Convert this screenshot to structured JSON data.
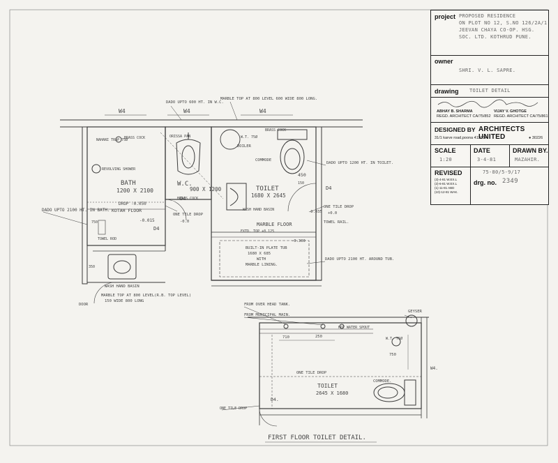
{
  "title_block": {
    "project_label": "project",
    "project_lines": [
      "PROPOSED RESIDENCE",
      "ON PLOT NO 12, S.NO 126/2A/1",
      "JEEVAN CHAYA CO-OP. HSG.",
      "SOC. LTD. KOTHRUD PUNE."
    ],
    "owner_label": "owner",
    "owner_value": "SHRI. V. L. SAPRE.",
    "drawing_label": "drawing",
    "drawing_value": "TOILET DETAIL",
    "architect1_name": "ABHAY B. SHARMA",
    "architect1_reg": "REGD. ARCHITECT CA/75/852",
    "architect2_name": "VIJAY V. GHOTGE",
    "architect2_reg": "REGD. ARCHITECT CA/75/861",
    "designed_by_label": "DESIGNED BY",
    "firm_name": "ARCHITECTS UNITED",
    "address": "31/1 karve road,poona 411004.",
    "phone": "30226",
    "scale_label": "SCALE",
    "scale_value": "1:20",
    "date_label": "DATE",
    "date_value": "3-4-81",
    "drawn_by_label": "DRAWN BY.",
    "drawn_by_value": "MAZAHIR.",
    "revised_label": "REVISED",
    "revised_notes": [
      "(3)-4-81 W.EX.L",
      "(2)-6-81 W.EX.L",
      "(1)-11-81 ABD",
      "(10)-12-81 WAK."
    ],
    "drg_ref": "75-80/5-9/17",
    "drg_no_label": "drg. no.",
    "drg_no_value": "2349"
  },
  "plan": {
    "window_labels": [
      "W4",
      "W4",
      "W4"
    ],
    "top_notes": [
      "DADO UPTO 600 HT. IN W.C.",
      "MARBLE TOP AT 800 LEVEL 600 WIDE 800 LONG."
    ],
    "bath_notes": [
      "NAHANI TRAP 75Ø",
      "BRASS COCK",
      "REVOLVING SHOWER"
    ],
    "bath_label": "BATH",
    "bath_size": "1200 X 2100",
    "drop_note": "DROP -0.050",
    "kotah_floor": "KOTAH FLOOR",
    "level_bath": "-0.015",
    "door_d4": "D4",
    "towel_rod": "TOWEL ROD",
    "dado_bath": "DADO UPTO 2100 HT. IN BATH.",
    "dim_750": "750",
    "dim_350": "350",
    "orissa_pan": "ORISSA PAN",
    "wc_label": "W.C.",
    "wc_size": "900 X 1200",
    "brass_cock": "BRASS COCK",
    "door_d4_wc": "D4",
    "one_tile_drop": "ONE TILE DROP",
    "level_00": "-0.0",
    "wash_basin_left": "WASH HAND BASIN",
    "marble_top_note": "MARBLE TOP AT 800 LEVEL(R.B. TOP LEVEL)",
    "marble_top_dims": "150 WIDE 800 LONG",
    "door_label": "DOOR",
    "boiler_size": "W.T. 75Ø",
    "boiler_label": "BOILER",
    "brass_cock2": "BRASS COCK",
    "commode_label": "COMMODE",
    "dim_450": "450",
    "dim_150": "150",
    "dado_toilet": "DADO UPTO 1200 HT. IN TOILET.",
    "toilet_label": "TOILET",
    "toilet_size": "1680 X 2645",
    "wash_basin_right": "WASH HAND BASIN",
    "door_d4_toilet": "D4",
    "one_tile_drop_r": "ONE TILE DROP",
    "level_000": "+0.0",
    "level_035": "-0.035",
    "marble_floor": "MARBLE FLOOR",
    "towel_rod2": "TOWEL RAIL.",
    "level_300": "-0.300",
    "bath_tub_note": [
      "BUILT-IN PLATE TUB",
      "1680 X 685",
      "WITH",
      "MARBLE LINING."
    ],
    "dado_tub": "DADO UPTO 2100 HT. AROUND TUB.",
    "tub_top": "EXTD. TOP +0.125"
  },
  "detail": {
    "overhead_tank": "FROM OVER HEAD TANK.",
    "municipal_main": "FROM MUNICIPAL MAIN.",
    "hot_water_spout": "HOT WATER SPOUT",
    "geyser": "GEYSER",
    "dim_710": "710",
    "dim_250": "250",
    "dim_75": "W.T. 75Ø",
    "dim_750b": "750",
    "one_tile_drop": "ONE TILE DROP",
    "toilet_label": "TOILET",
    "toilet_size": "2645 X 1680",
    "commode": "COMMODE.",
    "d4": "D4.",
    "one_tile_drop2": "ONE TILE DROP",
    "w4": "W4.",
    "caption": "FIRST FLOOR TOILET DETAIL."
  }
}
